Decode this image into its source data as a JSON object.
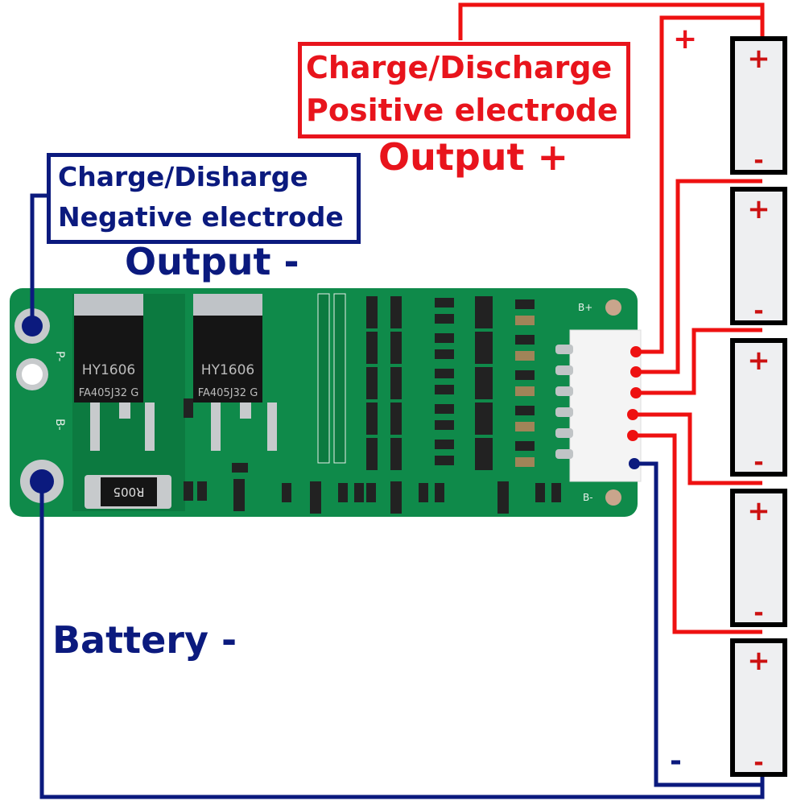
{
  "labels": {
    "positive_box_line1": "Charge/Discharge",
    "positive_box_line2": "Positive electrode",
    "output_plus": "Output +",
    "negative_box_line1": "Charge/Disharge",
    "negative_box_line2": "Negative electrode",
    "output_minus": "Output -",
    "battery_minus": "Battery -",
    "plus_sign": "+",
    "minus_sign": "-"
  },
  "board": {
    "mosfet_model": "HY1606",
    "mosfet_code": "FA405J32 G",
    "shunt_resistor": "R005",
    "pad_p": "P-",
    "pad_b": "B-",
    "pad_bplus": "B+",
    "pad_bminus": "B-"
  },
  "cells": [
    {
      "plus": "+",
      "minus": "-"
    },
    {
      "plus": "+",
      "minus": "-"
    },
    {
      "plus": "+",
      "minus": "-"
    },
    {
      "plus": "+",
      "minus": "-"
    },
    {
      "plus": "+",
      "minus": "-"
    }
  ],
  "colors": {
    "positive_wire": "#ee1111",
    "negative_wire": "#0b1a7e",
    "pcb": "#0f8a4a"
  }
}
